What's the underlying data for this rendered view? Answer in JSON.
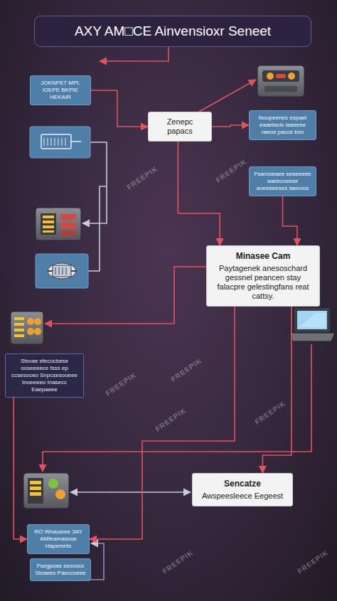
{
  "diagram": {
    "title": "AXY AM□CE Ainvensioxr Seneet",
    "nodes": [
      {
        "text": [
          "JOKNPET MPL",
          "lOEPE BKPIE HEKAIR"
        ]
      },
      {
        "text": [
          "Zenepc papacs"
        ]
      },
      {
        "text": [
          "fsoupeenes espaet eaaetacis laaeeee raeoe pacce koo"
        ]
      },
      {
        "text": [
          "Fsarooeaee seaeeeee aaeecoeese aoeeeeeses laeeoce"
        ]
      },
      {
        "text": [
          "Minasee Cam",
          "Paytagenek anesoschard gessnel peancen stay falacpre gelestingfans reat cattsy."
        ]
      },
      {
        "text": [
          "Stsvae sfecocbese ooseeeece fsss ep ccsesoceo Snpcsesooeee tnoeeeeo Inasecc Eaepaeee"
        ]
      },
      {
        "text": [
          "Sencatze",
          "Awspeesleece Eegeest"
        ]
      },
      {
        "text": [
          "RO Wnausree 3AY AMfeamasooe Hapemnts"
        ]
      },
      {
        "text": [
          "Fsegpoas sesoocs Sloaees Paeccoeee"
        ]
      }
    ],
    "edges": [
      {
        "from": 1,
        "to": 4,
        "arrow": "to"
      },
      {
        "from": 4,
        "to": 7,
        "arrow": "to"
      },
      {
        "from": 0,
        "to": 1,
        "arrow": "to"
      },
      {
        "from": 3,
        "to": 4,
        "arrow": "to"
      },
      {
        "from": 5,
        "to": 7,
        "arrow": "to"
      },
      {
        "from": 1,
        "to": 2,
        "arrow": "to"
      },
      {
        "from": 4,
        "to": 6,
        "arrow": "to"
      }
    ],
    "labels": [
      "FREEPIK",
      "FREEPIK",
      "FREEPIK",
      "FREEPIK",
      "FREEPIK",
      "FREEPIK",
      "FREEPIK",
      "FREEPIK"
    ]
  }
}
